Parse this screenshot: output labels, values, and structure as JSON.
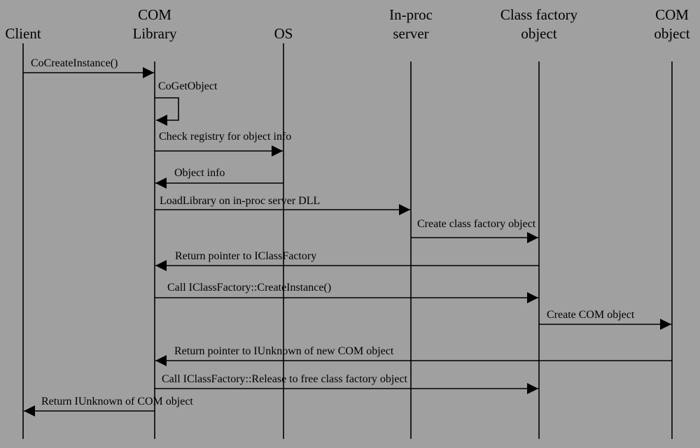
{
  "participants": [
    {
      "id": "client",
      "lines": [
        "Client"
      ]
    },
    {
      "id": "com-library",
      "lines": [
        "COM",
        "Library"
      ]
    },
    {
      "id": "os",
      "lines": [
        "OS"
      ]
    },
    {
      "id": "inproc-server",
      "lines": [
        "In-proc",
        "server"
      ]
    },
    {
      "id": "class-factory",
      "lines": [
        "Class factory",
        "object"
      ]
    },
    {
      "id": "com-object",
      "lines": [
        "COM",
        "object"
      ]
    }
  ],
  "messages": [
    {
      "from": "client",
      "to": "com-library",
      "label": "CoCreateInstance()"
    },
    {
      "from": "com-library",
      "to": "com-library",
      "label": "CoGetObject",
      "self": true
    },
    {
      "from": "com-library",
      "to": "os",
      "label": "Check registry for object info"
    },
    {
      "from": "os",
      "to": "com-library",
      "label": "Object info"
    },
    {
      "from": "com-library",
      "to": "inproc-server",
      "label": "LoadLibrary on in-proc server DLL"
    },
    {
      "from": "inproc-server",
      "to": "class-factory",
      "label": "Create class factory object"
    },
    {
      "from": "class-factory",
      "to": "com-library",
      "label": "Return pointer to IClassFactory"
    },
    {
      "from": "com-library",
      "to": "class-factory",
      "label": "Call IClassFactory::CreateInstance()"
    },
    {
      "from": "class-factory",
      "to": "com-object",
      "label": "Create COM object"
    },
    {
      "from": "com-object",
      "to": "com-library",
      "label": "Return pointer to IUnknown of new COM object"
    },
    {
      "from": "com-library",
      "to": "class-factory",
      "label": "Call IClassFactory::Release to free class factory object"
    },
    {
      "from": "com-library",
      "to": "client",
      "label": "Return IUnknown of COM object"
    }
  ],
  "colors": {
    "background": "#a0a0a0",
    "ink": "#000000"
  }
}
